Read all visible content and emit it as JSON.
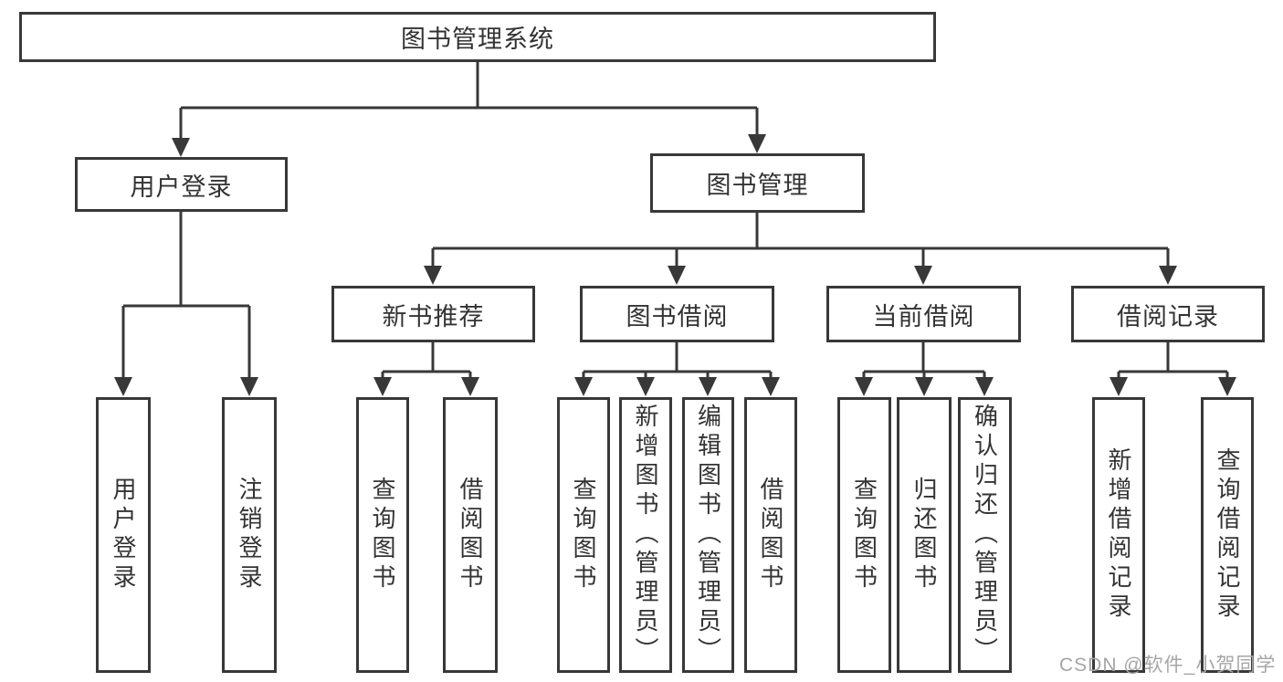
{
  "diagram": {
    "root": {
      "label": "图书管理系统"
    },
    "children": [
      {
        "label": "用户登录",
        "children": [
          {
            "label": "用户登录"
          },
          {
            "label": "注销登录"
          }
        ]
      },
      {
        "label": "图书管理",
        "children": [
          {
            "label": "新书推荐",
            "children": [
              {
                "label": "查询图书"
              },
              {
                "label": "借阅图书"
              }
            ]
          },
          {
            "label": "图书借阅",
            "children": [
              {
                "label": "查询图书"
              },
              {
                "label": "新增图书（管理员）"
              },
              {
                "label": "编辑图书（管理员）"
              },
              {
                "label": "借阅图书"
              }
            ]
          },
          {
            "label": "当前借阅",
            "children": [
              {
                "label": "查询图书"
              },
              {
                "label": "归还图书"
              },
              {
                "label": "确认归还（管理员）"
              }
            ]
          },
          {
            "label": "借阅记录",
            "children": [
              {
                "label": "新增借阅记录"
              },
              {
                "label": "查询借阅记录"
              }
            ]
          }
        ]
      }
    ]
  },
  "watermark": {
    "text": "CSDN @软件_小贺同学"
  },
  "colors": {
    "line": "#383838",
    "text": "#333333",
    "background": "#ffffff",
    "watermark": "#a6a6a6"
  }
}
